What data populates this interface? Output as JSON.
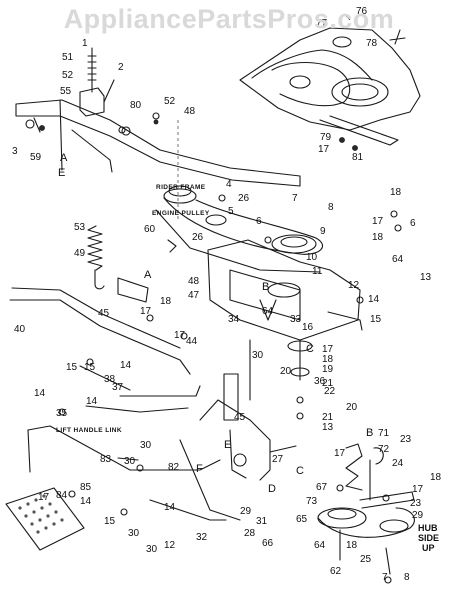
{
  "watermark": "AppliancePartsPros.com",
  "captions": {
    "rider_frame": "RIDER FRAME",
    "engine_pulley": "ENGINE PULLEY",
    "lift_handle_link": "LIFT HANDLE LINK",
    "hub_side_up": [
      "HUB",
      "SIDE",
      "UP"
    ]
  },
  "reference_letters": [
    "A",
    "E",
    "A",
    "B",
    "C",
    "B",
    "C",
    "D",
    "E",
    "F"
  ],
  "callouts": [
    "76",
    "77",
    "78",
    "79",
    "17",
    "81",
    "1",
    "51",
    "52",
    "55",
    "2",
    "80",
    "52",
    "48",
    "3",
    "59",
    "4",
    "26",
    "5",
    "6",
    "60",
    "7",
    "8",
    "9",
    "18",
    "17",
    "18",
    "6",
    "64",
    "53",
    "49",
    "26",
    "10",
    "11",
    "12",
    "13",
    "14",
    "15",
    "48",
    "47",
    "34",
    "64",
    "33",
    "16",
    "17",
    "18",
    "19",
    "36",
    "20",
    "21",
    "22",
    "20",
    "21",
    "13",
    "40",
    "45",
    "17",
    "18",
    "17",
    "44",
    "14",
    "15",
    "15",
    "38",
    "37",
    "30",
    "14",
    "14",
    "35",
    "45",
    "27",
    "71",
    "72",
    "24",
    "23",
    "18",
    "17",
    "67",
    "73",
    "17",
    "23",
    "29",
    "30",
    "30",
    "82",
    "83",
    "17",
    "84",
    "85",
    "14",
    "15",
    "30",
    "14",
    "30",
    "12",
    "32",
    "29",
    "31",
    "28",
    "66",
    "65",
    "64",
    "62",
    "18",
    "25",
    "7",
    "8"
  ]
}
